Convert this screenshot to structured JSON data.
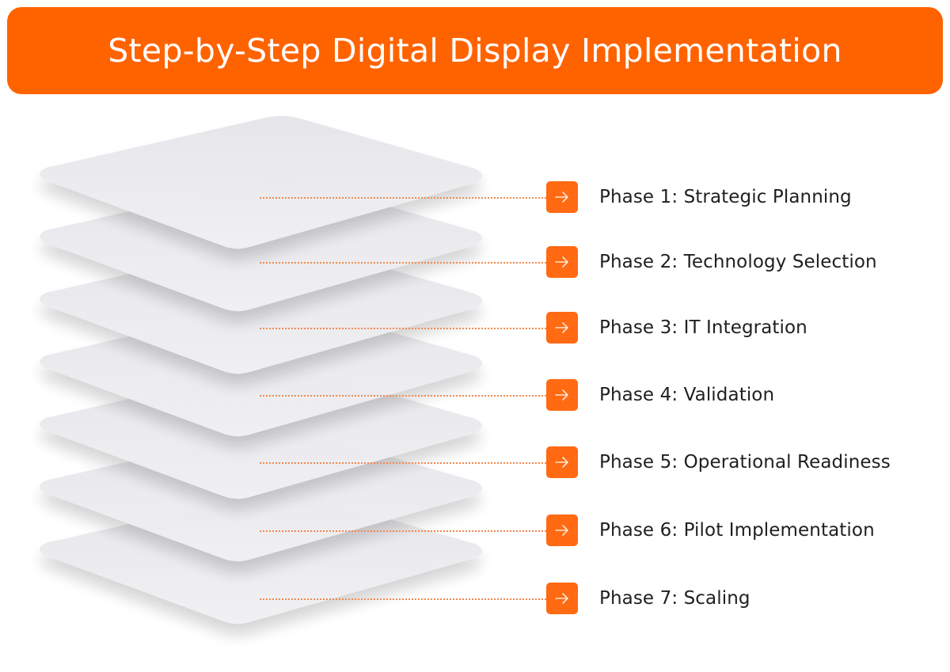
{
  "header": {
    "title": "Step-by-Step Digital Display Implementation",
    "background_color": "#ff6300"
  },
  "diagram": {
    "layer_count": 7,
    "accent_color": "#ff6a13",
    "connector_style": "dotted",
    "icon": "arrow-right-icon"
  },
  "phases": [
    {
      "label": "Phase 1: Strategic Planning"
    },
    {
      "label": "Phase 2: Technology Selection"
    },
    {
      "label": "Phase 3: IT Integration"
    },
    {
      "label": "Phase 4: Validation"
    },
    {
      "label": "Phase 5: Operational Readiness"
    },
    {
      "label": "Phase 6: Pilot Implementation"
    },
    {
      "label": "Phase 7: Scaling"
    }
  ]
}
